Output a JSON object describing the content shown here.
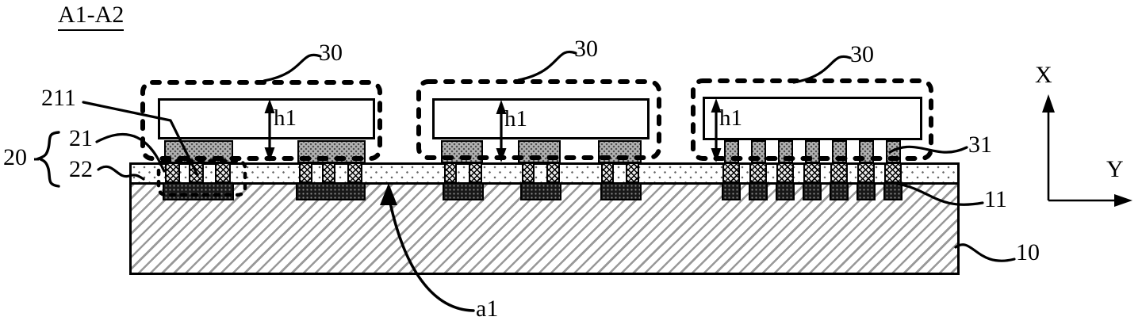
{
  "figure": {
    "title": "A1-A2",
    "labels": {
      "n30": "30",
      "n211": "211",
      "n20": "20",
      "n21": "21",
      "n22": "22",
      "n31": "31",
      "n11": "11",
      "n10": "10",
      "a1": "a1",
      "h1": "h1",
      "axis_x": "X",
      "axis_y": "Y"
    },
    "colors": {
      "outline": "#000000",
      "background": "#ffffff",
      "substrate_hatch": "#999999",
      "pad_fill": "#b3b3b3",
      "pad_dot": "#4f4f4f",
      "pillar_fill": "#e8e8e8",
      "embedded_fill": "#181818",
      "dielectric_dot": "#666666"
    }
  }
}
